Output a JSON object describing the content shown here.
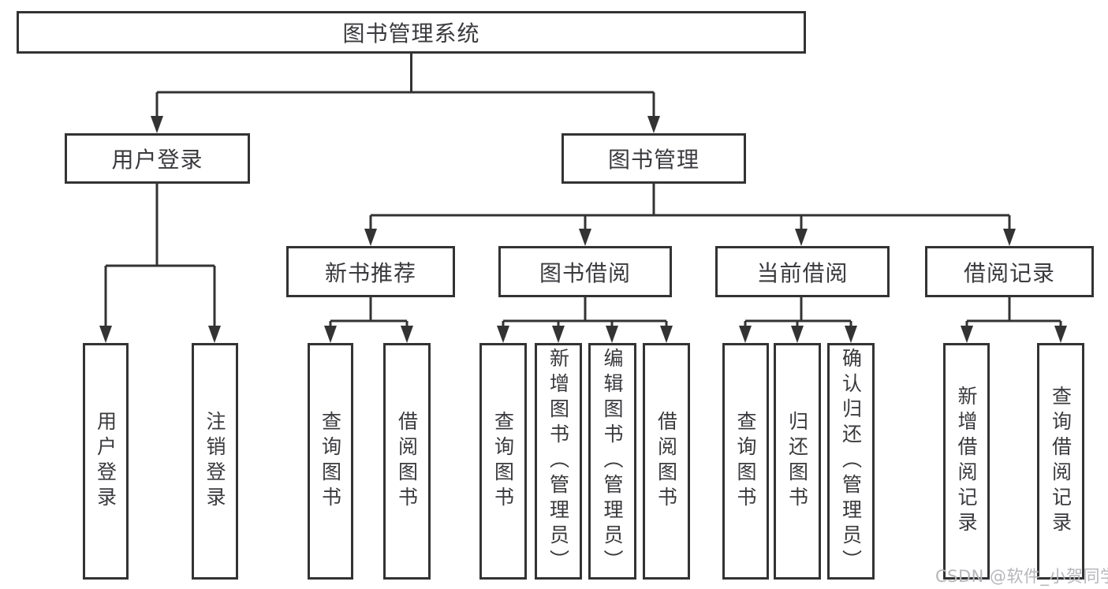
{
  "diagram_title": "图书管理系统",
  "nodes": [
    {
      "id": "root",
      "level": 1,
      "label": "图书管理系统"
    },
    {
      "id": "user-login-branch",
      "level": 2,
      "label": "用户登录"
    },
    {
      "id": "book-management-branch",
      "level": 2,
      "label": "图书管理"
    },
    {
      "id": "new-book-recommend",
      "level": 3,
      "label": "新书推荐"
    },
    {
      "id": "book-borrowing",
      "level": 3,
      "label": "图书借阅"
    },
    {
      "id": "current-borrowing",
      "level": 3,
      "label": "当前借阅"
    },
    {
      "id": "borrowing-records",
      "level": 3,
      "label": "借阅记录"
    },
    {
      "id": "user-login-leaf",
      "level": 4,
      "parent": "用户登录",
      "label": "用户登录"
    },
    {
      "id": "logout-leaf",
      "level": 4,
      "parent": "用户登录",
      "label": "注销登录"
    },
    {
      "id": "query-books-recommend",
      "level": 4,
      "parent": "新书推荐",
      "label": "查询图书"
    },
    {
      "id": "borrow-books-recommend",
      "level": 4,
      "parent": "新书推荐",
      "label": "借阅图书"
    },
    {
      "id": "query-books-borrowing",
      "level": 4,
      "parent": "图书借阅",
      "label": "查询图书"
    },
    {
      "id": "add-books-admin",
      "level": 4,
      "parent": "图书借阅",
      "label": "新增图书（管理员）"
    },
    {
      "id": "edit-books-admin",
      "level": 4,
      "parent": "图书借阅",
      "label": "编辑图书（管理员）"
    },
    {
      "id": "borrow-books-borrowing",
      "level": 4,
      "parent": "图书借阅",
      "label": "借阅图书"
    },
    {
      "id": "query-books-current",
      "level": 4,
      "parent": "当前借阅",
      "label": "查询图书"
    },
    {
      "id": "return-books",
      "level": 4,
      "parent": "当前借阅",
      "label": "归还图书"
    },
    {
      "id": "confirm-return-admin",
      "level": 4,
      "parent": "当前借阅",
      "label": "确认归还（管理员）"
    },
    {
      "id": "add-borrow-record",
      "level": 4,
      "parent": "借阅记录",
      "label": "新增借阅记录"
    },
    {
      "id": "query-borrow-record",
      "level": 4,
      "parent": "借阅记录",
      "label": "查询借阅记录"
    }
  ],
  "watermark": "CSDN @软件_小贺同学",
  "colors": {
    "line": "#333333",
    "border": "#333333",
    "text": "#3a3a3e",
    "watermark": "#b6b6bb",
    "background": "#ffffff"
  }
}
